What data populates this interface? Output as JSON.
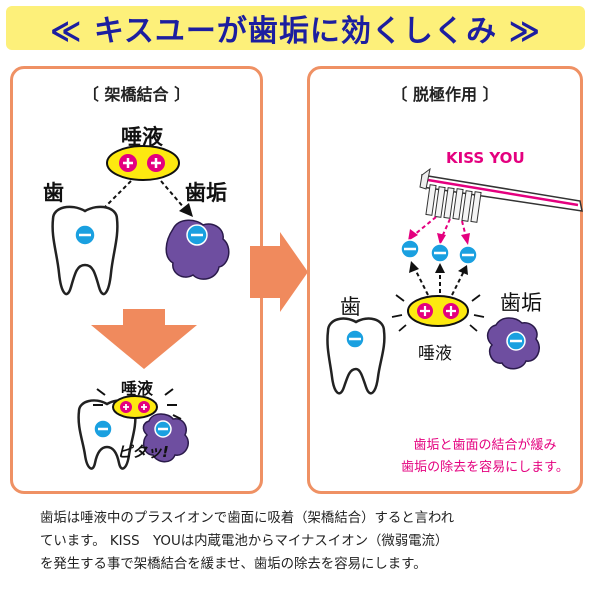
{
  "title": "≪ キスユーが歯垢に効くしくみ ≫",
  "left_panel": {
    "heading": "〔 架橋結合 〕",
    "saliva_label": "唾液",
    "tooth_label": "歯",
    "plaque_label": "歯垢",
    "bottom_saliva_label": "唾液",
    "stick_label": "ピタッ!"
  },
  "right_panel": {
    "heading": "〔 脱極作用 〕",
    "brand": "KISS YOU",
    "tooth_label": "歯",
    "plaque_label": "歯垢",
    "saliva_label": "唾液",
    "caption_line1": "歯垢と歯面の結合が緩み",
    "caption_line2": "歯垢の除去を容易にします。"
  },
  "description": {
    "line1": "歯垢は唾液中のプラスイオンで歯面に吸着（架橋結合）すると言われ",
    "line2": "ています。 KISS　YOUは内蔵電池からマイナスイオン（微弱電流）",
    "line3": "を発生する事で架橋結合を緩ませ、歯垢の除去を容易にします。"
  },
  "colors": {
    "banner": "#fdf07a",
    "title_text": "#1c1ea0",
    "panel_border": "#ef9164",
    "arrow": "#f08a5d",
    "saliva_ellipse": "#fde910",
    "plus_ion": "#e4007f",
    "minus_ion": "#1aa0e0",
    "plaque": "#6e4ea0",
    "caption": "#e4007f"
  },
  "icons": [
    "tooth-icon",
    "plaque-icon",
    "plus-ion-icon",
    "minus-ion-icon",
    "toothbrush-icon",
    "arrow-right-icon",
    "arrow-down-icon"
  ]
}
